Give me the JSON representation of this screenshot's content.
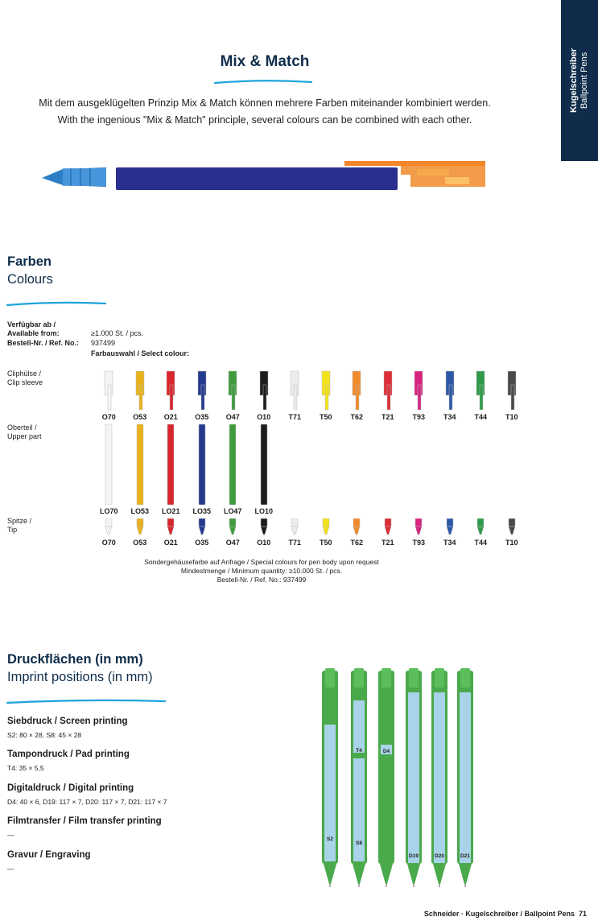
{
  "side_tab": {
    "line1": "Kugelschreiber",
    "line2": "Ballpoint Pens"
  },
  "mix_match": {
    "title": "Mix & Match",
    "text_de": "Mit dem ausgeklügelten Prinzip Mix & Match können mehrere Farben miteinander kombiniert werden.",
    "text_en": "With the ingenious \"Mix & Match\" principle, several colours can be combined with each other."
  },
  "colours": {
    "heading_de": "Farben",
    "heading_en": "Colours",
    "available_label": "Verfügbar ab /",
    "available_label_en": "Available from:",
    "available_value": "≥1.000 St. / pcs.",
    "ref_label": "Bestell-Nr. / Ref. No.:",
    "ref_value": "937499",
    "select_label": "Farbauswahl / Select colour:",
    "clip_label_de": "Cliphülse /",
    "clip_label_en": "Clip sleeve",
    "upper_label_de": "Oberteil /",
    "upper_label_en": "Upper part",
    "tip_label_de": "Spitze /",
    "tip_label_en": "Tip",
    "clip_items": [
      {
        "code": "O70",
        "color": "#f4f4f4"
      },
      {
        "code": "O53",
        "color": "#e8b21c"
      },
      {
        "code": "O21",
        "color": "#d7262d"
      },
      {
        "code": "O35",
        "color": "#243a8e"
      },
      {
        "code": "O47",
        "color": "#3f9b3c"
      },
      {
        "code": "O10",
        "color": "#1d1d1b"
      },
      {
        "code": "T71",
        "color": "#ececec"
      },
      {
        "code": "T50",
        "color": "#f2e21a"
      },
      {
        "code": "T62",
        "color": "#f08a2a"
      },
      {
        "code": "T21",
        "color": "#dc2e37"
      },
      {
        "code": "T93",
        "color": "#d6247f"
      },
      {
        "code": "T34",
        "color": "#2d58a8"
      },
      {
        "code": "T44",
        "color": "#2f9a4a"
      },
      {
        "code": "T10",
        "color": "#4a4a4a"
      }
    ],
    "upper_items": [
      {
        "code": "LO70",
        "color": "#f4f4f4"
      },
      {
        "code": "LO53",
        "color": "#e8b21c"
      },
      {
        "code": "LO21",
        "color": "#d7262d"
      },
      {
        "code": "LO35",
        "color": "#243a8e"
      },
      {
        "code": "LO47",
        "color": "#3f9b3c"
      },
      {
        "code": "LO10",
        "color": "#1d1d1b"
      }
    ],
    "tip_items": [
      {
        "code": "O70",
        "color": "#f4f4f4"
      },
      {
        "code": "O53",
        "color": "#e8b21c"
      },
      {
        "code": "O21",
        "color": "#d7262d"
      },
      {
        "code": "O35",
        "color": "#243a8e"
      },
      {
        "code": "O47",
        "color": "#3f9b3c"
      },
      {
        "code": "O10",
        "color": "#1d1d1b"
      },
      {
        "code": "T71",
        "color": "#ececec"
      },
      {
        "code": "T50",
        "color": "#f2e21a"
      },
      {
        "code": "T62",
        "color": "#f08a2a"
      },
      {
        "code": "T21",
        "color": "#dc2e37"
      },
      {
        "code": "T93",
        "color": "#d6247f"
      },
      {
        "code": "T34",
        "color": "#2d58a8"
      },
      {
        "code": "T44",
        "color": "#2f9a4a"
      },
      {
        "code": "T10",
        "color": "#4a4a4a"
      }
    ],
    "note_line1": "Sondergehäusefarbe auf Anfrage / Special colours for pen body upon request",
    "note_line2": "Mindestmenge / Minimum quantity: ≥10.000 St. / pcs.",
    "note_line3": "Bestell-Nr. / Ref. No.: 937499"
  },
  "imprint": {
    "heading_de": "Druckflächen (in mm)",
    "heading_en": "Imprint positions (in mm)",
    "methods": [
      {
        "title": "Siebdruck / Screen printing",
        "value": "S2: 80 × 28, S8: 45 × 28"
      },
      {
        "title": "Tampondruck / Pad printing",
        "value": "T4: 35 × 5,5"
      },
      {
        "title": "Digitaldruck / Digital printing",
        "value": "D4: 40 × 6, D19: 117 × 7, D20: 117 × 7, D21: 117 × 7"
      },
      {
        "title": "Filmtransfer / Film transfer printing",
        "value": "—"
      },
      {
        "title": "Gravur / Engraving",
        "value": "—"
      }
    ],
    "pen_labels": [
      "S2",
      "S8",
      "T4",
      "D4",
      "D19",
      "D20",
      "D21"
    ]
  },
  "colors": {
    "navy": "#0f2d4a",
    "swoosh": "#1ea3dd",
    "pen_green": "#49a94b",
    "imprint_area": "#a9d3e8"
  },
  "footer": {
    "text": "Schneider · Kugelschreiber / Ballpoint Pens",
    "page": "71"
  }
}
